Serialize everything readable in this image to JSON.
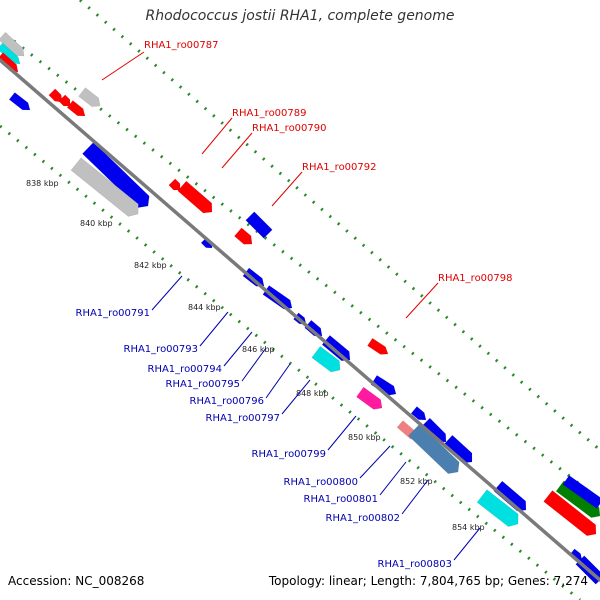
{
  "title": "Rhodococcus jostii RHA1, complete genome",
  "footer": {
    "accession": "Accession: NC_008268",
    "topology": "Topology: linear; Length: 7,804,765 bp; Genes: 7,274"
  },
  "colors": {
    "backbone": "#7a7a7a",
    "dots": "#2a8a2a",
    "top_label": "#e00000",
    "bottom_label": "#0000b0"
  },
  "ticks": [
    {
      "label": "838 kbp"
    },
    {
      "label": "840 kbp"
    },
    {
      "label": "842 kbp"
    },
    {
      "label": "844 kbp"
    },
    {
      "label": "846 kbp"
    },
    {
      "label": "848 kbp"
    },
    {
      "label": "850 kbp"
    },
    {
      "label": "852 kbp"
    },
    {
      "label": "854 kbp"
    }
  ],
  "top_labels": [
    {
      "text": "RHA1_ro00787"
    },
    {
      "text": "RHA1_ro00789"
    },
    {
      "text": "RHA1_ro00790"
    },
    {
      "text": "RHA1_ro00792"
    },
    {
      "text": "RHA1_ro00798"
    }
  ],
  "bottom_labels": [
    {
      "text": "RHA1_ro00791"
    },
    {
      "text": "RHA1_ro00793"
    },
    {
      "text": "RHA1_ro00794"
    },
    {
      "text": "RHA1_ro00795"
    },
    {
      "text": "RHA1_ro00796"
    },
    {
      "text": "RHA1_ro00797"
    },
    {
      "text": "RHA1_ro00799"
    },
    {
      "text": "RHA1_ro00800"
    },
    {
      "text": "RHA1_ro00801"
    },
    {
      "text": "RHA1_ro00802"
    },
    {
      "text": "RHA1_ro00803"
    }
  ]
}
